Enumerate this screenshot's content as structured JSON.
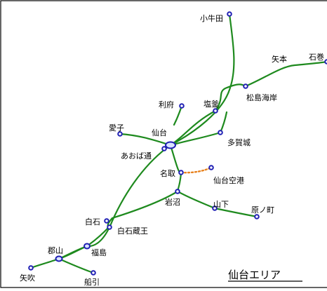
{
  "map": {
    "area_title": "仙台エリア",
    "colors": {
      "rail": "#1e8a1e",
      "proposed": "#e8821e",
      "station": "#1f1fb4"
    },
    "stations": {
      "kogota": "小牛田",
      "yanaizu": "矢本",
      "ishinomaki": "石巻",
      "matsushima": "松島海岸",
      "rifu": "利府",
      "shiogama": "塩釜",
      "tagajo": "多賀城",
      "aiko": "愛子",
      "sendai": "仙台",
      "aoba": "あおば通",
      "natori": "名取",
      "airport": "仙台空港",
      "iwanuma": "岩沼",
      "yamashita": "山下",
      "haranomachi": "原ノ町",
      "shiroishi": "白石",
      "shiroishi_zao": "白石蔵王",
      "koriyama": "郡山",
      "fukushima": "福島",
      "yabuki": "矢吹",
      "funehiki": "船引"
    }
  }
}
